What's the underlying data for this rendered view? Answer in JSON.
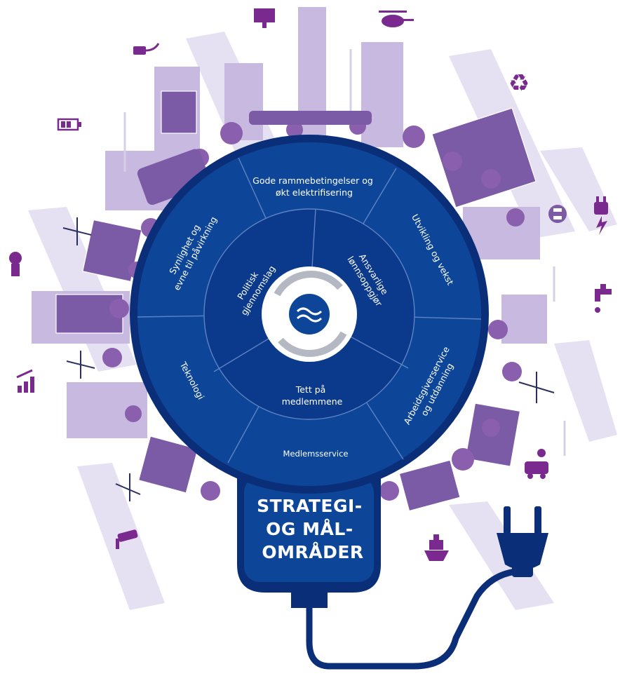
{
  "outer_ring": {
    "top": [
      "Gode rammebetingelser og",
      "økt elektrifisering"
    ],
    "upper_right": "Utvikling og vekst",
    "lower_right": [
      "Arbeidsgiverservice",
      "og utdanning"
    ],
    "bottom": "Medlemsservice",
    "left": "Teknologi",
    "upper_left": [
      "Synlighet og",
      "evne til påvirkning"
    ]
  },
  "inner_ring": {
    "left": [
      "Politisk",
      "gjennomslag"
    ],
    "right": [
      "Ansvarlige",
      "lønnsoppgjør"
    ],
    "bottom": [
      "Tett på",
      "medlemmene"
    ]
  },
  "plug_title": [
    "STRATEGI-",
    "OG MÅL-",
    "OMRÅDER"
  ],
  "colors": {
    "outer_ring": "#0b3a8c",
    "inner_ring": "#0d4698",
    "plug": "#0a2f78",
    "purple": "#7b5aa6",
    "lavender": "#c8b9e0",
    "icon": "#7a2a8f"
  },
  "icons": [
    "solar-panel-icon",
    "helicopter-icon",
    "plug-icon",
    "recycle-icon",
    "battery-icon",
    "medical-cross-icon",
    "electric-plug-icon",
    "lightbulb-icon",
    "water-tap-icon",
    "growth-chart-icon",
    "electric-car-icon",
    "ship-icon",
    "surveillance-camera-icon",
    "logo-icon"
  ]
}
